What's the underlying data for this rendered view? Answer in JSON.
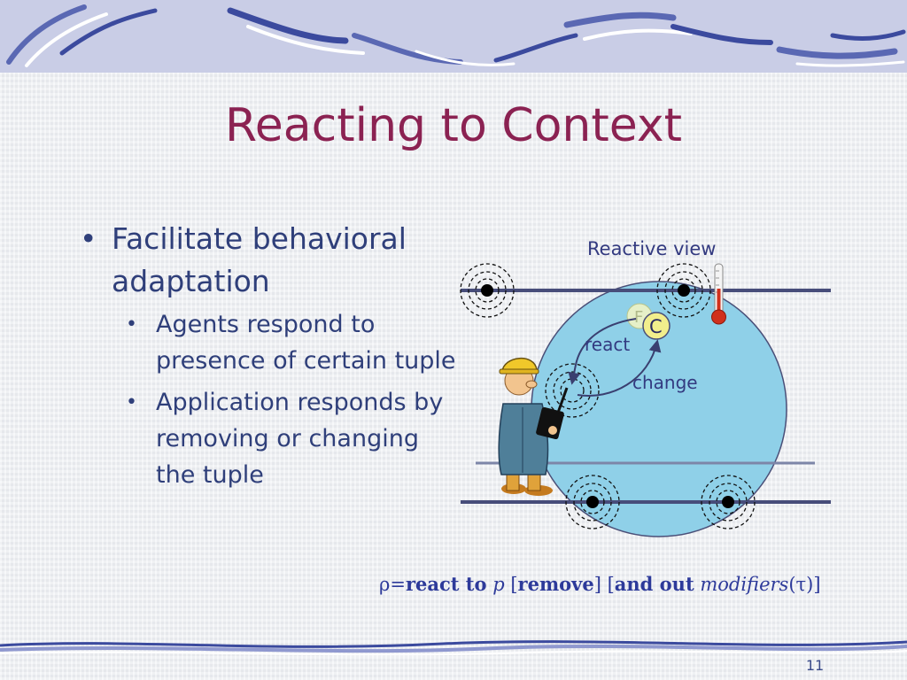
{
  "slide": {
    "title": "Reacting to Context",
    "number": "11"
  },
  "bullets": {
    "main": "Facilitate behavioral adaptation",
    "sub": [
      "Agents respond to presence of certain tuple",
      "Application responds by removing or changing the tuple"
    ]
  },
  "diagram": {
    "caption": "Reactive view",
    "tuple_label_back": "F",
    "tuple_label_front": "C",
    "react_label": "react",
    "change_label": "change",
    "colors": {
      "view_circle": "#8fd0e8",
      "lines": "#474d7a",
      "tuple_fill": "#f2ee8c",
      "text": "#333a80"
    }
  },
  "formula": {
    "rho": "ρ=",
    "react_to": "react to",
    "p": "p",
    "open1": " [",
    "remove": "remove",
    "close1": "] [",
    "and_out": "and out",
    "modifiers": "modifiers",
    "tau": "(τ)",
    "close2": "]"
  }
}
